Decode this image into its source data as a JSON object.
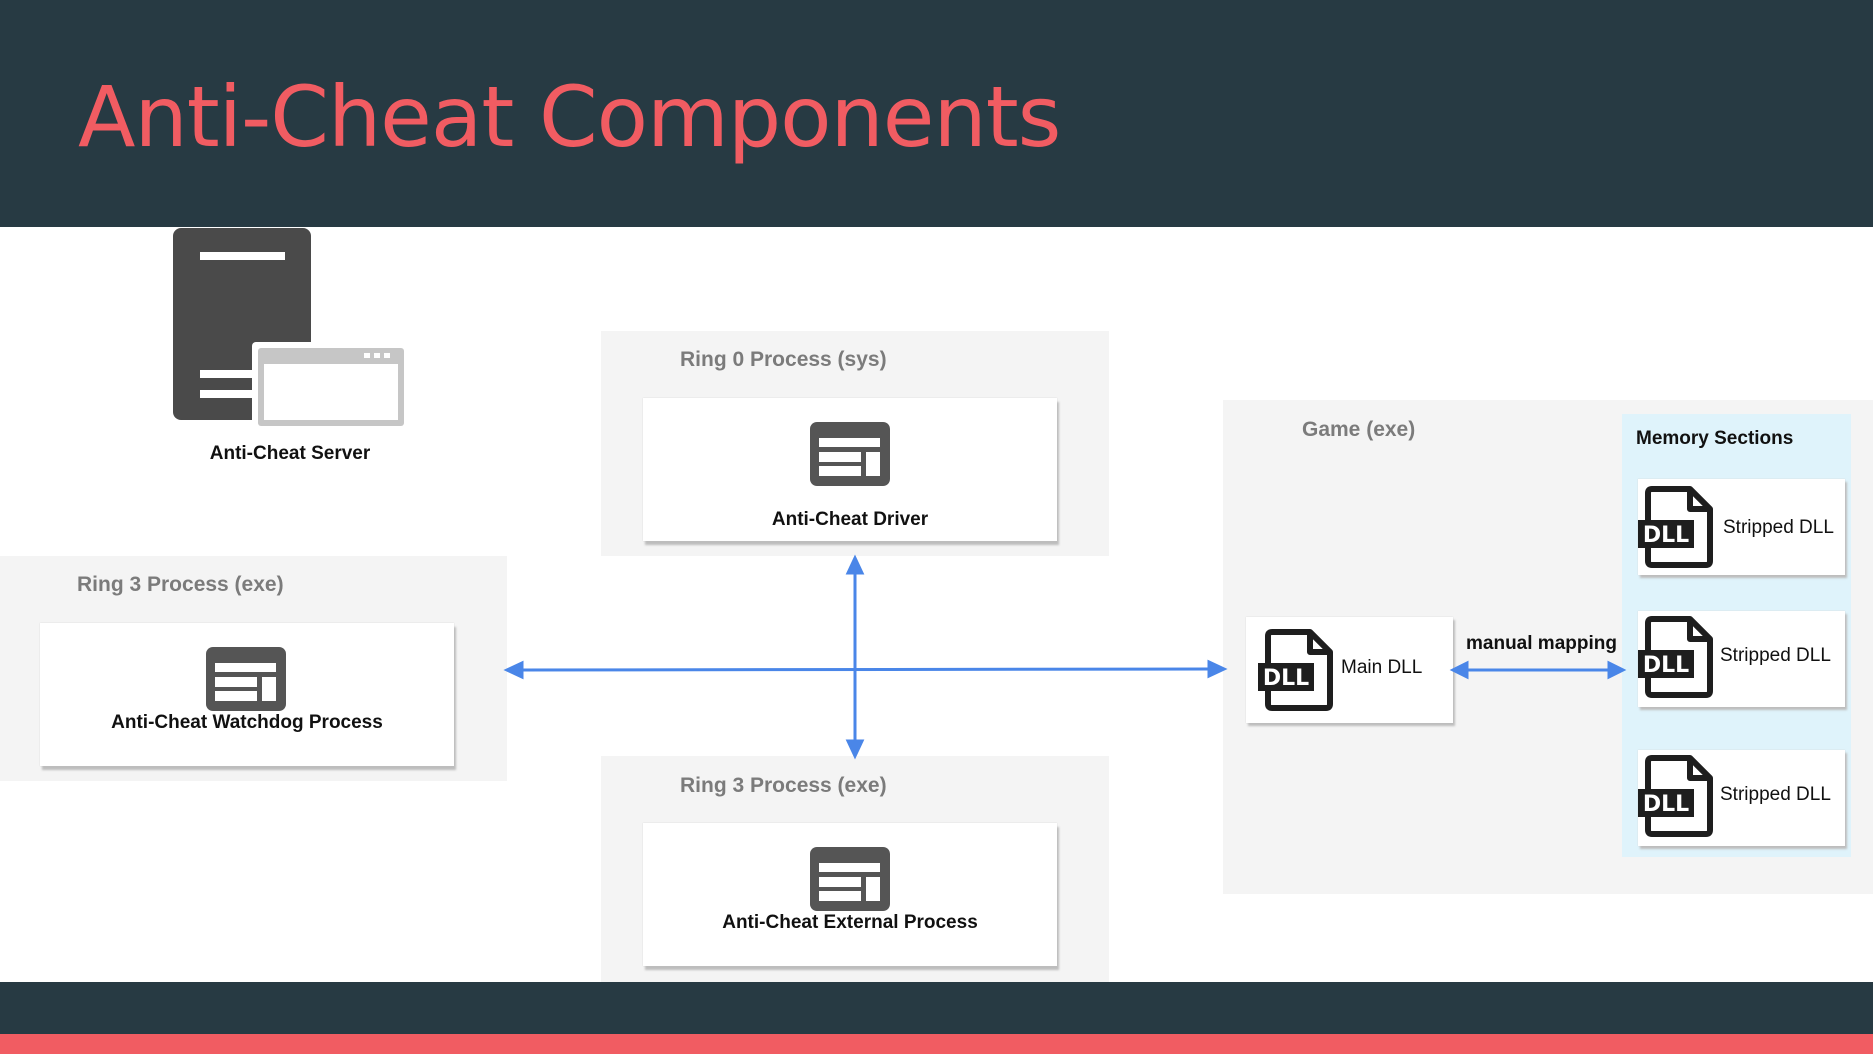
{
  "slide": {
    "title": "Anti-Cheat Components"
  },
  "diagram": {
    "server": {
      "label": "Anti-Cheat Server",
      "icon": "server-monitor-icon"
    },
    "ring0_group": {
      "label": "Ring 0 Process (sys)",
      "card": {
        "label": "Anti-Cheat Driver",
        "icon": "window-icon"
      }
    },
    "ring3_left_group": {
      "label": "Ring 3 Process (exe)",
      "card": {
        "label": "Anti-Cheat Watchdog Process",
        "icon": "window-icon"
      }
    },
    "ring3_bottom_group": {
      "label": "Ring 3 Process (exe)",
      "card": {
        "label": "Anti-Cheat External Process",
        "icon": "window-icon"
      }
    },
    "game_group": {
      "label": "Game (exe)",
      "main_dll": {
        "label": "Main DLL",
        "icon": "dll-file-icon"
      },
      "edge_label": "manual mapping",
      "memory_sections": {
        "title": "Memory Sections",
        "items": [
          {
            "label": "Stripped DLL",
            "icon": "dll-file-icon"
          },
          {
            "label": "Stripped DLL",
            "icon": "dll-file-icon"
          },
          {
            "label": "Stripped DLL",
            "icon": "dll-file-icon"
          }
        ]
      }
    },
    "colors": {
      "header_bg": "#273a43",
      "title": "#f15c62",
      "arrow": "#4a86e8",
      "group_bg": "#f4f4f4",
      "memory_bg": "#dff3fb"
    }
  }
}
